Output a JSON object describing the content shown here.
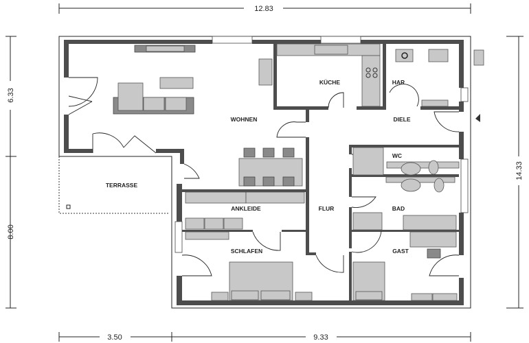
{
  "dimensions": {
    "total_width": "12.83",
    "total_depth": "14.33",
    "left_upper": "6.33",
    "left_lower": "8.00",
    "bottom_left": "3.50",
    "bottom_right": "9.33"
  },
  "rooms": {
    "wohnen": "WOHNEN",
    "kueche": "KÜCHE",
    "har": "HAR",
    "diele": "DIELE",
    "wc": "WC",
    "terrasse": "TERRASSE",
    "ankleide": "ANKLEIDE",
    "flur": "FLUR",
    "bad": "BAD",
    "schlafen": "SCHLAFEN",
    "gast": "GAST"
  }
}
